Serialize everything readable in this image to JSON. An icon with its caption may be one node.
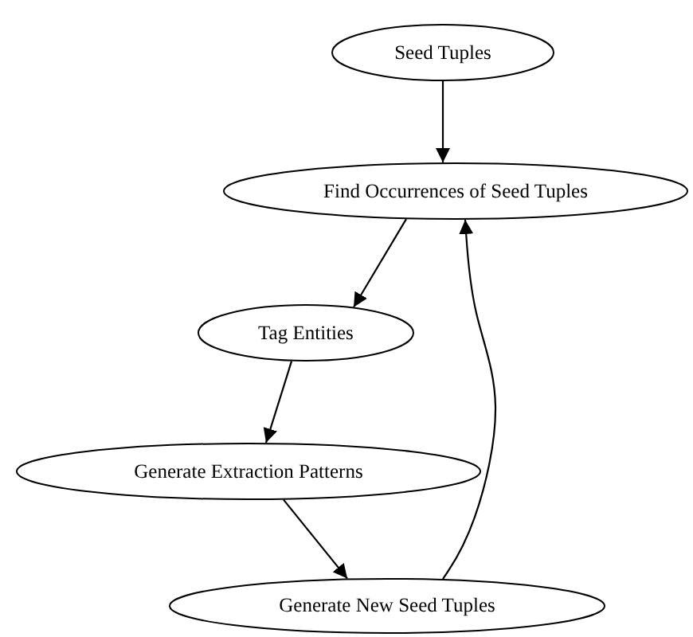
{
  "diagram": {
    "nodes": [
      {
        "text": [
          "Seed Tuples"
        ]
      },
      {
        "text": [
          "Find Occurrences of Seed Tuples"
        ]
      },
      {
        "text": [
          "Tag Entities"
        ]
      },
      {
        "text": [
          "Generate Extraction Patterns"
        ]
      },
      {
        "text": [
          "Generate New Seed Tuples"
        ]
      }
    ],
    "edges": [
      {
        "from": 0,
        "to": 1,
        "arrow": "to"
      },
      {
        "from": 1,
        "to": 2,
        "arrow": "to"
      },
      {
        "from": 2,
        "to": 3,
        "arrow": "to"
      },
      {
        "from": 3,
        "to": 4,
        "arrow": "to"
      },
      {
        "from": 4,
        "to": 1,
        "arrow": "to"
      }
    ]
  }
}
